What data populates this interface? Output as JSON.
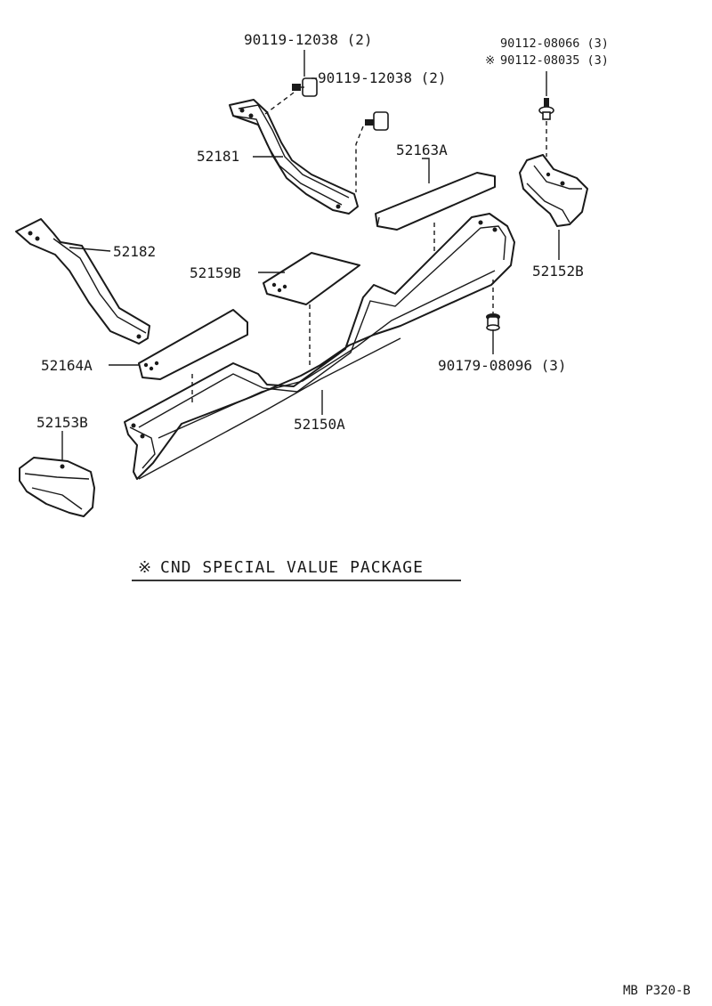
{
  "labels": {
    "bolt_a": "90119-12038 (2)",
    "bolt_b": "90119-12038 (2)",
    "screw_a": "90112-08066 (3)",
    "screw_b": "90112-08035 (3)",
    "screw_b_mark": "※",
    "bracket_rear": "52181",
    "pad_rear": "52163A",
    "bracket_front": "52182",
    "pad_center": "52159B",
    "end_cap_right": "52152B",
    "grommet": "90179-08096 (3)",
    "pad_front": "52164A",
    "step_panel": "52150A",
    "end_cap_left": "52153B"
  },
  "footnote": {
    "mark": "※",
    "text": "CND SPECIAL VALUE PACKAGE"
  },
  "page_ref": "MB  P320-B"
}
